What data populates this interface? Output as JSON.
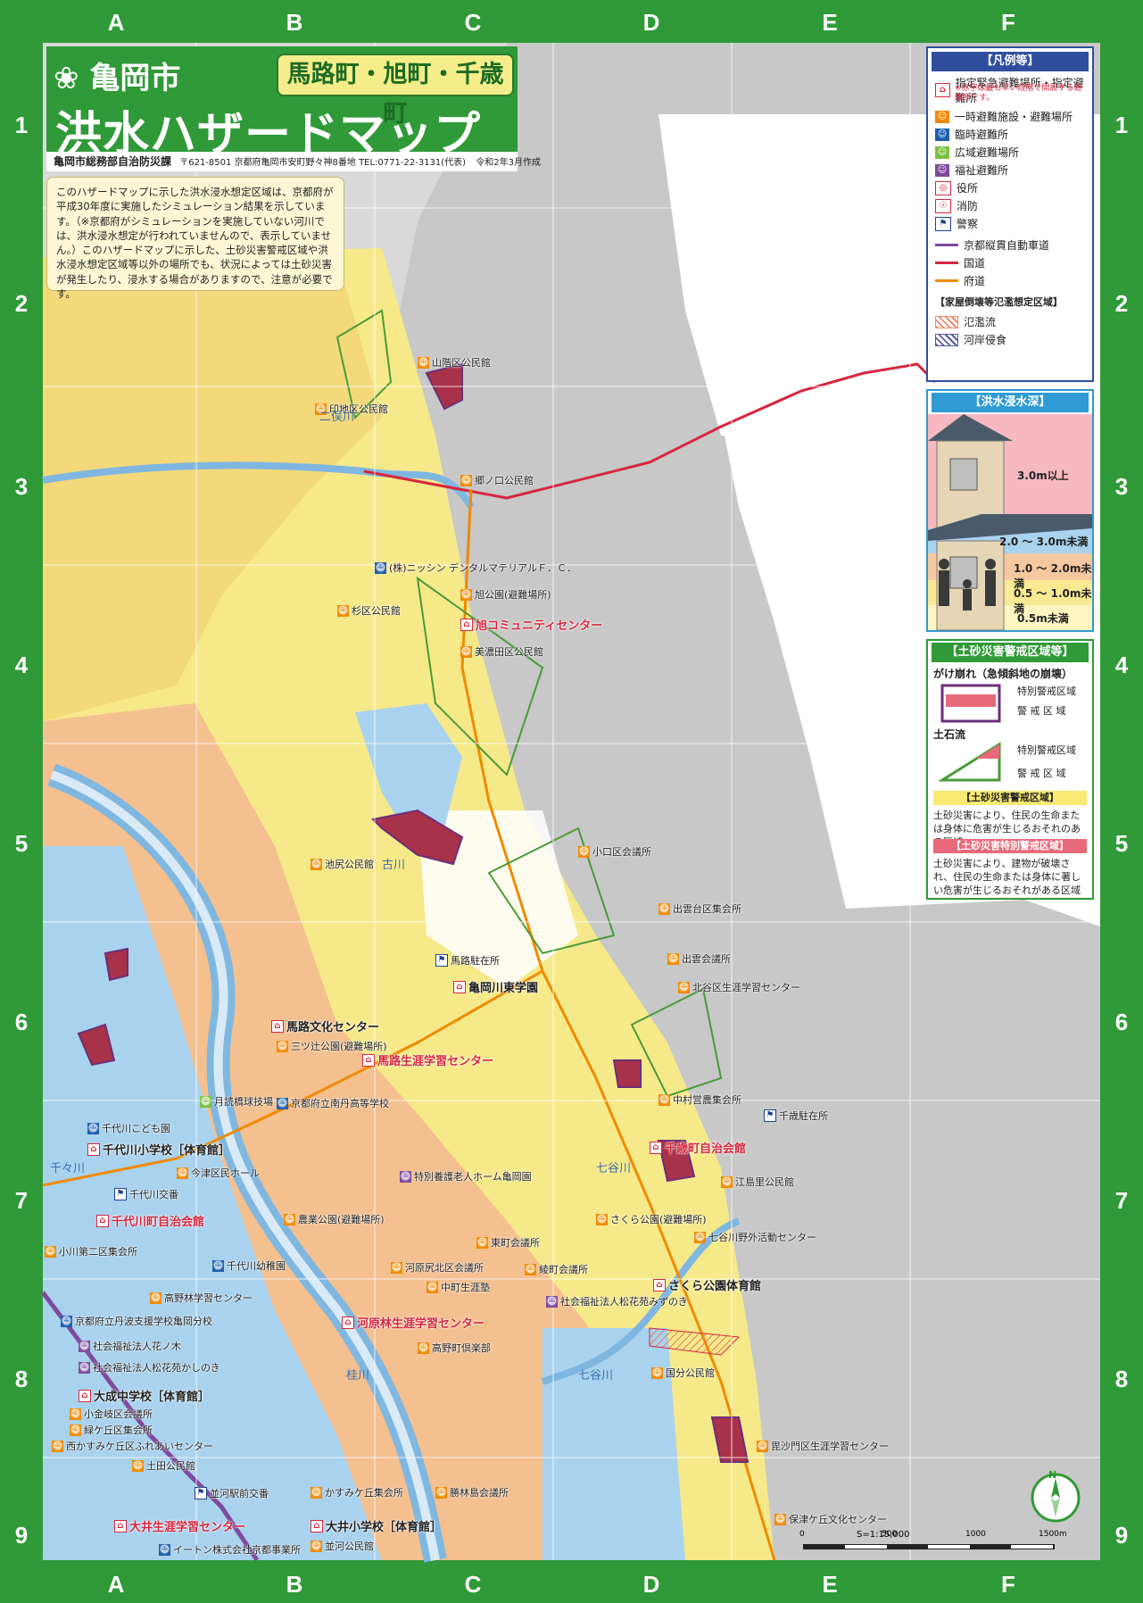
{
  "title": {
    "city": "亀岡市",
    "area": "馬路町・旭町・千歳町",
    "main": "洪水ハザードマップ",
    "department": "亀岡市総務部自治防災課",
    "address": "〒621-8501 京都府亀岡市安町野々神8番地 TEL:0771-22-3131(代表)",
    "created": "令和2年3月作成"
  },
  "note": "このハザードマップに示した洪水浸水想定区域は、京都府が平成30年度に実施したシミュレーション結果を示しています。（※京都府がシミュレーションを実施していない河川では、洪水浸水想定が行われていませんので、表示していません。）このハザードマップに示した、土砂災害警戒区域や洪水浸水想定区域等以外の場所でも、状況によっては土砂災害が発生したり、浸水する場合がありますので、注意が必要です。",
  "grid": {
    "columns": [
      "A",
      "B",
      "C",
      "D",
      "E",
      "F"
    ],
    "rows": [
      "1",
      "2",
      "3",
      "4",
      "5",
      "6",
      "7",
      "8",
      "9"
    ]
  },
  "legend": {
    "heading": "【凡例等】",
    "items": [
      {
        "label": "指定緊急避難場所・指定避難所",
        "icon": "designated-shelter-icon",
        "color": "#d7263d"
      },
      {
        "label": "一時避難施設・避難場所",
        "icon": "temporary-shelter-icon",
        "color": "#f08a00"
      },
      {
        "label": "臨時避難所",
        "icon": "emergency-shelter-icon",
        "color": "#1f5fae"
      },
      {
        "label": "広域避難場所",
        "icon": "wide-area-shelter-icon",
        "color": "#7cc142"
      },
      {
        "label": "福祉避難所",
        "icon": "welfare-shelter-icon",
        "color": "#7d4b9c"
      },
      {
        "label": "役所",
        "icon": "city-office-icon",
        "color": "#d7263d"
      },
      {
        "label": "消防",
        "icon": "fire-station-icon",
        "color": "#d7263d"
      },
      {
        "label": "警察",
        "icon": "police-icon",
        "color": "#1f3f8a"
      }
    ],
    "note": "※赤字は最も早い段階で開設する避難所です。",
    "roads": [
      {
        "label": "京都縦貫自動車道",
        "color": "#7d4b9c"
      },
      {
        "label": "国道",
        "color": "#d7263d"
      },
      {
        "label": "府道",
        "color": "#f08a00"
      }
    ],
    "collapse_heading": "【家屋倒壊等氾濫想定区域】",
    "collapse_items": [
      {
        "label": "氾濫流",
        "color": "#f08a6a"
      },
      {
        "label": "河岸侵食",
        "color": "#5a5aa0"
      }
    ]
  },
  "depth": {
    "heading": "【洪水浸水深】",
    "levels": [
      {
        "label": "3.0m以上",
        "color": "#f7b8bf"
      },
      {
        "label": "2.0 ～ 3.0m未満",
        "color": "#a9d2ee"
      },
      {
        "label": "1.0 ～ 2.0m未満",
        "color": "#f6c8a0"
      },
      {
        "label": "0.5 ～ 1.0m未満",
        "color": "#f8ea92"
      },
      {
        "label": "0.5m未満",
        "color": "#fdf5c0"
      }
    ]
  },
  "sediment": {
    "heading": "【土砂災害警戒区域等】",
    "cliff_title": "がけ崩れ（急傾斜地の崩壊）",
    "cliff_special": "特別警戒区域",
    "cliff_warning": "警 戒 区 域",
    "debris_title": "土石流",
    "debris_special": "特別警戒区域",
    "debris_warning": "警 戒 区 域",
    "warning_heading": "【土砂災害警戒区域】",
    "warning_text": "土砂災害により、住民の生命または身体に危害が生じるおそれのある区域",
    "special_heading": "【土砂災害特別警戒区域】",
    "special_text": "土砂災害により、建物が破壊され、住民の生命または身体に著しい危害が生じるおそれがある区域"
  },
  "pois": [
    {
      "label": "山階区公民館",
      "type": "shelter",
      "style": ""
    },
    {
      "label": "印地区公民館",
      "type": "shelter",
      "style": ""
    },
    {
      "label": "郷ノ口公民館",
      "type": "shelter",
      "style": ""
    },
    {
      "label": "(株)ニッシン デンタルマテリアルＦ．Ｃ．",
      "type": "temp",
      "style": ""
    },
    {
      "label": "旭公園(避難場所)",
      "type": "shelter",
      "style": ""
    },
    {
      "label": "杉区公民館",
      "type": "shelter",
      "style": ""
    },
    {
      "label": "旭コミュニティセンター",
      "type": "designated",
      "style": "red"
    },
    {
      "label": "美濃田区公民館",
      "type": "shelter",
      "style": ""
    },
    {
      "label": "池尻公民館",
      "type": "shelter",
      "style": ""
    },
    {
      "label": "小口区会議所",
      "type": "shelter",
      "style": ""
    },
    {
      "label": "出雲台区集会所",
      "type": "shelter",
      "style": ""
    },
    {
      "label": "馬路駐在所",
      "type": "police",
      "style": ""
    },
    {
      "label": "亀岡川東学園",
      "type": "designated",
      "style": "bold"
    },
    {
      "label": "出雲会議所",
      "type": "shelter",
      "style": ""
    },
    {
      "label": "北谷区生涯学習センター",
      "type": "shelter",
      "style": ""
    },
    {
      "label": "馬路文化センター",
      "type": "designated",
      "style": "bold"
    },
    {
      "label": "三ツ辻公園(避難場所)",
      "type": "shelter",
      "style": ""
    },
    {
      "label": "馬路生涯学習センター",
      "type": "designated",
      "style": "red"
    },
    {
      "label": "月読橋球技場",
      "type": "wide",
      "style": ""
    },
    {
      "label": "京都府立南丹高等学校",
      "type": "temp",
      "style": ""
    },
    {
      "label": "中村営農集会所",
      "type": "shelter",
      "style": ""
    },
    {
      "label": "千歳駐在所",
      "type": "police",
      "style": ""
    },
    {
      "label": "千代川こども園",
      "type": "temp",
      "style": ""
    },
    {
      "label": "千代川小学校［体育館］",
      "type": "designated",
      "style": "bold"
    },
    {
      "label": "千歳町自治会館",
      "type": "designated",
      "style": "red"
    },
    {
      "label": "今津区民ホール",
      "type": "shelter",
      "style": ""
    },
    {
      "label": "特別養護老人ホーム亀岡園",
      "type": "welfare",
      "style": ""
    },
    {
      "label": "江島里公民館",
      "type": "shelter",
      "style": ""
    },
    {
      "label": "千代川交番",
      "type": "police",
      "style": ""
    },
    {
      "label": "千代川町自治会館",
      "type": "designated",
      "style": "red"
    },
    {
      "label": "農業公園(避難場所)",
      "type": "shelter",
      "style": ""
    },
    {
      "label": "さくら公園(避難場所)",
      "type": "shelter",
      "style": ""
    },
    {
      "label": "七谷川野外活動センター",
      "type": "shelter",
      "style": ""
    },
    {
      "label": "東町会議所",
      "type": "shelter",
      "style": ""
    },
    {
      "label": "小川第二区集会所",
      "type": "shelter",
      "style": ""
    },
    {
      "label": "千代川幼稚園",
      "type": "temp",
      "style": ""
    },
    {
      "label": "河原尻北区会議所",
      "type": "shelter",
      "style": ""
    },
    {
      "label": "綾町会議所",
      "type": "shelter",
      "style": ""
    },
    {
      "label": "さくら公園体育館",
      "type": "designated",
      "style": "bold"
    },
    {
      "label": "中町生涯塾",
      "type": "shelter",
      "style": ""
    },
    {
      "label": "社会福祉法人松花苑みずのき",
      "type": "welfare",
      "style": ""
    },
    {
      "label": "高野林学習センター",
      "type": "shelter",
      "style": ""
    },
    {
      "label": "京都府立丹波支援学校亀岡分校",
      "type": "temp",
      "style": ""
    },
    {
      "label": "河原林生涯学習センター",
      "type": "designated",
      "style": "red"
    },
    {
      "label": "社会福祉法人花ノ木",
      "type": "welfare",
      "style": ""
    },
    {
      "label": "高野町倶楽部",
      "type": "shelter",
      "style": ""
    },
    {
      "label": "社会福祉法人松花苑かしのき",
      "type": "welfare",
      "style": ""
    },
    {
      "label": "国分公民館",
      "type": "shelter",
      "style": ""
    },
    {
      "label": "大成中学校［体育館］",
      "type": "designated",
      "style": "bold"
    },
    {
      "label": "小金岐区会議所",
      "type": "shelter",
      "style": ""
    },
    {
      "label": "緑ケ丘区集会所",
      "type": "shelter",
      "style": ""
    },
    {
      "label": "西かすみケ丘区ふれあいセンター",
      "type": "shelter",
      "style": ""
    },
    {
      "label": "毘沙門区生涯学習センター",
      "type": "shelter",
      "style": ""
    },
    {
      "label": "土田公民館",
      "type": "shelter",
      "style": ""
    },
    {
      "label": "並河駅前交番",
      "type": "police",
      "style": ""
    },
    {
      "label": "かすみケ丘集会所",
      "type": "shelter",
      "style": ""
    },
    {
      "label": "勝林島会議所",
      "type": "shelter",
      "style": ""
    },
    {
      "label": "保津ケ丘文化センター",
      "type": "shelter",
      "style": ""
    },
    {
      "label": "大井生涯学習センター",
      "type": "designated",
      "style": "red"
    },
    {
      "label": "大井小学校［体育館］",
      "type": "designated",
      "style": "bold"
    },
    {
      "label": "イートン株式会社京都事業所",
      "type": "temp",
      "style": ""
    },
    {
      "label": "並河公民館",
      "type": "shelter",
      "style": ""
    }
  ],
  "rivers": [
    "二俣川",
    "古川",
    "千々川",
    "桂川",
    "七谷川",
    "七谷川"
  ],
  "scale": {
    "ratio": "S=1:15,000",
    "ticks": [
      "0",
      "500",
      "1000",
      "1500m"
    ]
  },
  "compass": "N",
  "colors": {
    "frame": "#2f9a37",
    "accent_red": "#d7263d",
    "legend_blue": "#2f4f9e"
  }
}
